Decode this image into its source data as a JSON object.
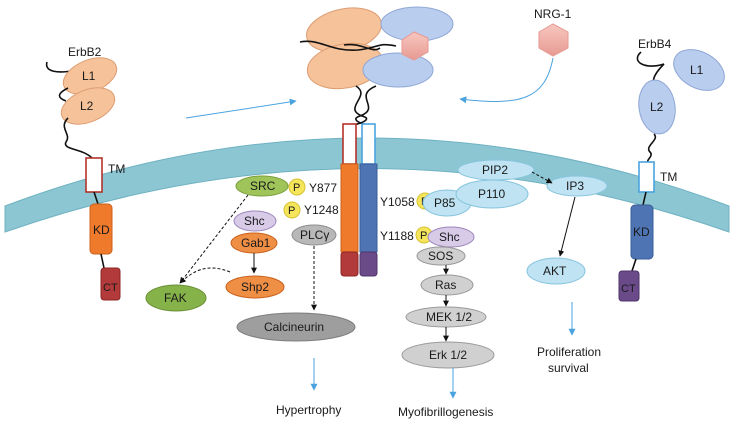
{
  "receptors": {
    "left_name": "ErbB2",
    "right_name": "ErbB4",
    "domain_l1": "L1",
    "domain_l2": "L2",
    "tm": "TM",
    "kd": "KD",
    "ct": "CT"
  },
  "ligand": {
    "name": "NRG-1"
  },
  "phospho": {
    "p": "P"
  },
  "sites": {
    "y877": "Y877",
    "y1248": "Y1248",
    "y1058": "Y1058",
    "y1188": "Y1188"
  },
  "molecules": {
    "src": "SRC",
    "shc": "Shc",
    "gab1": "Gab1",
    "plc": "PLCγ",
    "fak": "FAK",
    "shp2": "Shp2",
    "calcineurin": "Calcineurin",
    "pip2": "PIP2",
    "p110": "P110",
    "p85": "P85",
    "ip3": "IP3",
    "sos": "SOS",
    "ras": "Ras",
    "mek": "MEK 1/2",
    "erk": "Erk 1/2",
    "akt": "AKT"
  },
  "outcomes": {
    "hypertrophy": "Hypertrophy",
    "myofib": "Myofibrillogenesis",
    "prolif_1": "Proliferation",
    "prolif_2": "survival"
  }
}
